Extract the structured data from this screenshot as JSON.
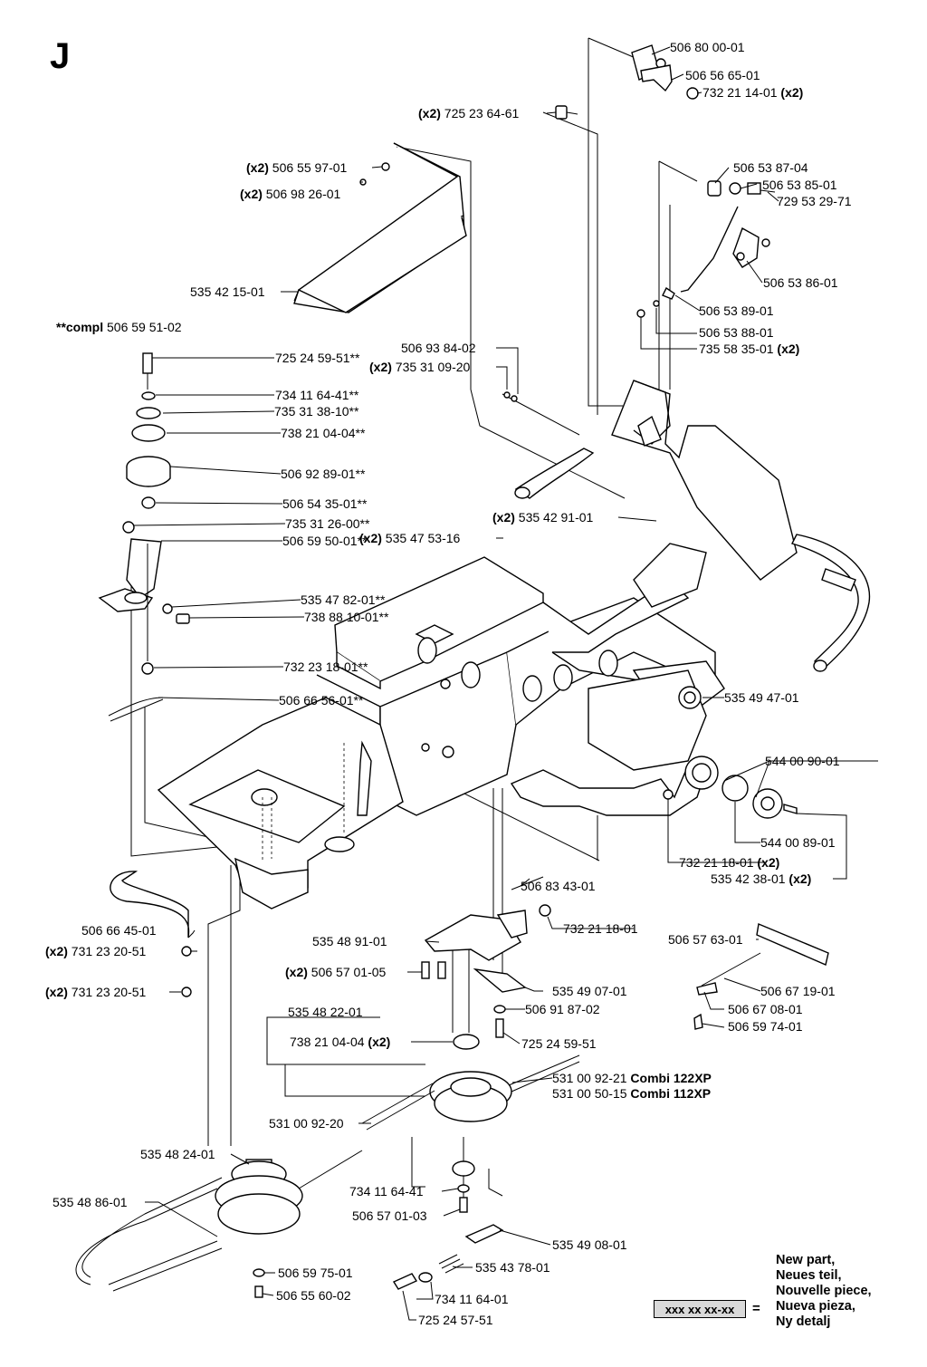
{
  "section_letter": "J",
  "compl_label": {
    "prefix": "**compl",
    "part": "506 59 51-02"
  },
  "parts": [
    {
      "id": "p1",
      "qty": "",
      "num": "506 80 00-01",
      "note": ""
    },
    {
      "id": "p2",
      "qty": "",
      "num": "506 56 65-01",
      "note": ""
    },
    {
      "id": "p3",
      "qty": "",
      "num": "732 21 14-01",
      "note": "(x2)"
    },
    {
      "id": "p4",
      "qty": "(x2)",
      "num": "725 23 64-61",
      "note": ""
    },
    {
      "id": "p5",
      "qty": "(x2)",
      "num": "506 55 97-01",
      "note": ""
    },
    {
      "id": "p6",
      "qty": "(x2)",
      "num": "506 98 26-01",
      "note": ""
    },
    {
      "id": "p7",
      "qty": "",
      "num": "506 53 87-04",
      "note": ""
    },
    {
      "id": "p8",
      "qty": "",
      "num": "506 53 85-01",
      "note": ""
    },
    {
      "id": "p9",
      "qty": "",
      "num": "729 53 29-71",
      "note": ""
    },
    {
      "id": "p10",
      "qty": "",
      "num": "535 42 15-01",
      "note": ""
    },
    {
      "id": "p11",
      "qty": "",
      "num": "506 53 86-01",
      "note": ""
    },
    {
      "id": "p12",
      "qty": "",
      "num": "506 53 89-01",
      "note": ""
    },
    {
      "id": "p13",
      "qty": "",
      "num": "506 53 88-01",
      "note": ""
    },
    {
      "id": "p14",
      "qty": "",
      "num": "735 58 35-01",
      "note": "(x2)"
    },
    {
      "id": "p15",
      "qty": "",
      "num": "725 24 59-51**",
      "note": ""
    },
    {
      "id": "p16",
      "qty": "",
      "num": "506 93 84-02",
      "note": ""
    },
    {
      "id": "p17",
      "qty": "(x2)",
      "num": "735 31 09-20",
      "note": ""
    },
    {
      "id": "p18",
      "qty": "",
      "num": "734 11 64-41**",
      "note": ""
    },
    {
      "id": "p19",
      "qty": "",
      "num": "735 31 38-10**",
      "note": ""
    },
    {
      "id": "p20",
      "qty": "",
      "num": "738 21 04-04**",
      "note": ""
    },
    {
      "id": "p21",
      "qty": "",
      "num": "506 92 89-01**",
      "note": ""
    },
    {
      "id": "p22",
      "qty": "",
      "num": "506 54 35-01**",
      "note": ""
    },
    {
      "id": "p23",
      "qty": "(x2)",
      "num": "535 42 91-01",
      "note": ""
    },
    {
      "id": "p24",
      "qty": "",
      "num": "735 31 26-00**",
      "note": ""
    },
    {
      "id": "p25",
      "qty": "",
      "num": "506 59 50-01**",
      "note": ""
    },
    {
      "id": "p26",
      "qty": "(x2)",
      "num": "535 47 53-16",
      "note": ""
    },
    {
      "id": "p27",
      "qty": "",
      "num": "535 47 82-01**",
      "note": ""
    },
    {
      "id": "p28",
      "qty": "",
      "num": "738 88 10-01**",
      "note": ""
    },
    {
      "id": "p29",
      "qty": "",
      "num": "732 23 18-01**",
      "note": ""
    },
    {
      "id": "p30",
      "qty": "",
      "num": "506 66 56-01**",
      "note": ""
    },
    {
      "id": "p31",
      "qty": "",
      "num": "535 49 47-01",
      "note": ""
    },
    {
      "id": "p32",
      "qty": "",
      "num": "544 00 90-01",
      "note": ""
    },
    {
      "id": "p33",
      "qty": "",
      "num": "544 00 89-01",
      "note": ""
    },
    {
      "id": "p34",
      "qty": "",
      "num": "732 21 18-01",
      "note": "(x2)"
    },
    {
      "id": "p35",
      "qty": "",
      "num": "535 42 38-01",
      "note": "(x2)"
    },
    {
      "id": "p36",
      "qty": "",
      "num": "506 83 43-01",
      "note": ""
    },
    {
      "id": "p37",
      "qty": "",
      "num": "732 21 18-01",
      "note": ""
    },
    {
      "id": "p38",
      "qty": "",
      "num": "535 48 91-01",
      "note": ""
    },
    {
      "id": "p39",
      "qty": "",
      "num": "506 66 45-01",
      "note": ""
    },
    {
      "id": "p40",
      "qty": "(x2)",
      "num": "731 23 20-51",
      "note": ""
    },
    {
      "id": "p41",
      "qty": "(x2)",
      "num": "506 57 01-05",
      "note": ""
    },
    {
      "id": "p42",
      "qty": "",
      "num": "506 57 63-01",
      "note": ""
    },
    {
      "id": "p43",
      "qty": "",
      "num": "535 49 07-01",
      "note": ""
    },
    {
      "id": "p44",
      "qty": "(x2)",
      "num": "731 23 20-51",
      "note": ""
    },
    {
      "id": "p45",
      "qty": "",
      "num": "506 67 19-01",
      "note": ""
    },
    {
      "id": "p46",
      "qty": "",
      "num": "506 91 87-02",
      "note": ""
    },
    {
      "id": "p47",
      "qty": "",
      "num": "506 67 08-01",
      "note": ""
    },
    {
      "id": "p48",
      "qty": "",
      "num": "535 48 22-01",
      "note": ""
    },
    {
      "id": "p49",
      "qty": "",
      "num": "506 59 74-01",
      "note": ""
    },
    {
      "id": "p50",
      "qty": "",
      "num": "738 21 04-04",
      "note": "(x2)"
    },
    {
      "id": "p51",
      "qty": "",
      "num": "725 24 59-51",
      "note": ""
    },
    {
      "id": "p52",
      "qty": "",
      "num": "531 00 92-21",
      "note": "Combi 122XP"
    },
    {
      "id": "p53",
      "qty": "",
      "num": "531 00 50-15",
      "note": "Combi 112XP"
    },
    {
      "id": "p54",
      "qty": "",
      "num": "531 00 92-20",
      "note": ""
    },
    {
      "id": "p55",
      "qty": "",
      "num": "535 48 24-01",
      "note": ""
    },
    {
      "id": "p56",
      "qty": "",
      "num": "734 11 64-41",
      "note": ""
    },
    {
      "id": "p57",
      "qty": "",
      "num": "535 48 86-01",
      "note": ""
    },
    {
      "id": "p58",
      "qty": "",
      "num": "506 57 01-03",
      "note": ""
    },
    {
      "id": "p59",
      "qty": "",
      "num": "535 49 08-01",
      "note": ""
    },
    {
      "id": "p60",
      "qty": "",
      "num": "535 43 78-01",
      "note": ""
    },
    {
      "id": "p61",
      "qty": "",
      "num": "506 59 75-01",
      "note": ""
    },
    {
      "id": "p62",
      "qty": "",
      "num": "506 55 60-02",
      "note": ""
    },
    {
      "id": "p63",
      "qty": "",
      "num": "734 11 64-01",
      "note": ""
    },
    {
      "id": "p64",
      "qty": "",
      "num": "725 24 57-51",
      "note": ""
    }
  ],
  "legend": {
    "placeholder": "xxx xx xx-xx",
    "equals": "=",
    "lines": [
      "New part,",
      "Neues teil,",
      "Nouvelle piece,",
      "Nueva pieza,",
      "Ny detalj"
    ]
  }
}
